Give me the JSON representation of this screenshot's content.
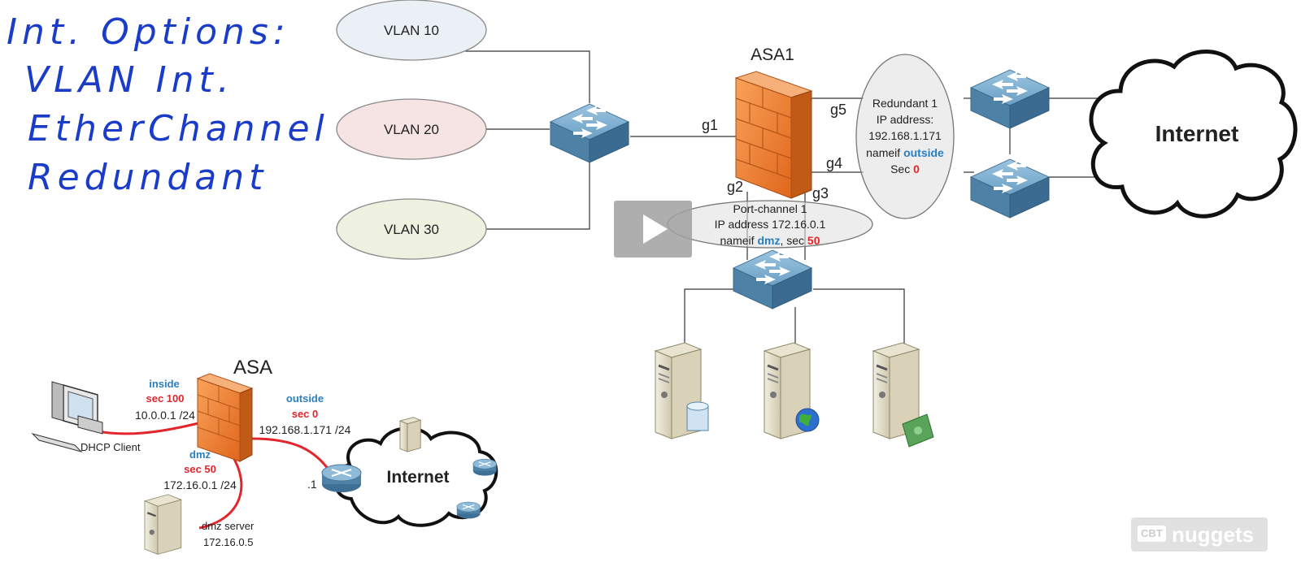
{
  "handwritten_notes": [
    "Int. Options:",
    "VLAN Int.",
    "EtherChannel",
    "Redundant"
  ],
  "main_topology": {
    "vlans": [
      "VLAN 10",
      "VLAN 20",
      "VLAN 30"
    ],
    "firewall_label": "ASA1",
    "ports": {
      "g1": "g1",
      "g2": "g2",
      "g3": "g3",
      "g4": "g4",
      "g5": "g5"
    },
    "redundant": {
      "line1": "Redundant 1",
      "line2": "IP address:",
      "line3": "192.168.1.171",
      "nameif_prefix": "nameif ",
      "nameif_value": "outside",
      "sec_prefix": "Sec ",
      "sec_value": "0"
    },
    "port_channel": {
      "line1": "Port-channel 1",
      "line2": "IP address 172.16.0.1",
      "nameif_prefix": "nameif ",
      "nameif_value": "dmz",
      "sec_prefix": ", sec ",
      "sec_value": "50"
    },
    "internet_label": "Internet"
  },
  "inset_topology": {
    "asa_label": "ASA",
    "inside": {
      "name": "inside",
      "sec": "sec  100",
      "ip": "10.0.0.1 /24"
    },
    "outside": {
      "name": "outside",
      "sec": "sec 0",
      "ip": "192.168.1.171 /24"
    },
    "dmz": {
      "name": "dmz",
      "sec": "sec 50",
      "ip": "172.16.0.1 /24"
    },
    "dhcp_client": "DHCP Client",
    "dmz_server": "dmz server",
    "dmz_server_ip": "172.16.0.5",
    "router_ip": ".1",
    "internet_label": "Internet"
  },
  "watermark": {
    "badge": "CBT",
    "text": "nuggets"
  },
  "colors": {
    "firewall_orange": "#f07c2a",
    "switch_blue": "#5d93b8",
    "label_blue": "#2a7fc0",
    "label_red": "#e3262c",
    "link_red": "#e3262c"
  }
}
